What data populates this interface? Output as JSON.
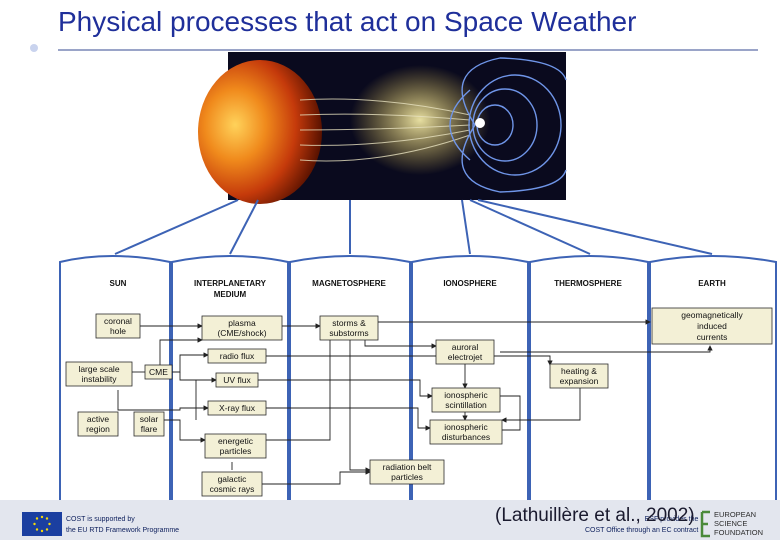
{
  "title": "Physical processes that act on Space Weather",
  "columns": [
    "SUN",
    "INTERPLANETARY",
    "MEDIUM",
    "MAGNETOSPHERE",
    "IONOSPHERE",
    "THERMOSPHERE",
    "EARTH"
  ],
  "boxes": {
    "coronal_hole": [
      "coronal",
      "hole"
    ],
    "large_scale": [
      "large scale",
      "instability"
    ],
    "active_region": [
      "active",
      "region"
    ],
    "solar_flare": [
      "solar",
      "flare"
    ],
    "cme": "CME",
    "plasma": [
      "plasma",
      "(CME/shock)"
    ],
    "radio_flux": "radio flux",
    "uv_flux": "UV flux",
    "xray_flux": "X-ray flux",
    "energetic_particles": [
      "energetic",
      "particles"
    ],
    "galactic": [
      "galactic",
      "cosmic rays"
    ],
    "storms": [
      "storms &",
      "substorms"
    ],
    "auroral": [
      "auroral",
      "electrojet"
    ],
    "scintillation": [
      "ionospheric",
      "scintillation"
    ],
    "disturbances": [
      "ionospheric",
      "disturbances"
    ],
    "radiation_belt": [
      "radiation belt",
      "particles"
    ],
    "heating": [
      "heating &",
      "expansion"
    ],
    "geomag": [
      "geomagnetically",
      "induced",
      "currents"
    ]
  },
  "citation": "(Lathuillère et al., 2002)",
  "footer": {
    "left_line1": "COST is supported by",
    "left_line2": "the EU RTD Framework Programme",
    "right_line1": "ESF provides the",
    "right_line2": "COST Office through an EC contract",
    "esf_line1": "EUROPEAN",
    "esf_line2": "SCIENCE",
    "esf_line3": "FOUNDATION"
  },
  "colors": {
    "title": "#1f2f9a",
    "column_border": "#3d63b5",
    "box_fill": "#f3f0d6",
    "box_border": "#2b2b2b",
    "sun": "#d44a10",
    "sky": "#0a0a1e",
    "eu_flag": "#1b3fa0",
    "esf_green": "#4a8a3a"
  }
}
